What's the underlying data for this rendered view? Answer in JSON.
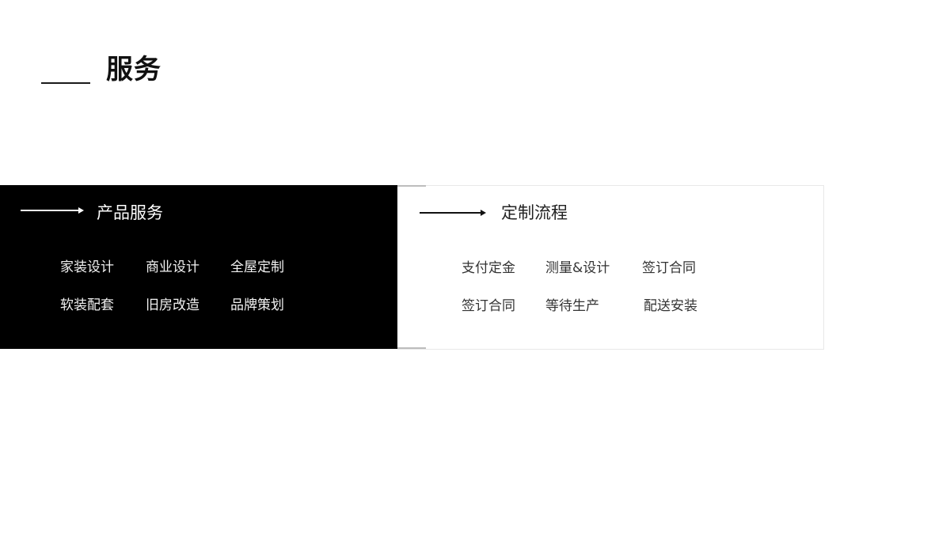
{
  "header": {
    "title": "服务"
  },
  "product_services": {
    "title": "产品服务",
    "items": [
      "家装设计",
      "商业设计",
      "全屋定制",
      "软装配套",
      "旧房改造",
      "品牌策划"
    ]
  },
  "custom_process": {
    "title": "定制流程",
    "items": [
      "支付定金",
      "测量&设计",
      "签订合同",
      "签订合同",
      "等待生产",
      "配送安装"
    ]
  },
  "colors": {
    "left_panel_bg": "#000000",
    "right_panel_bg": "#ffffff",
    "border": "#e8e8e8"
  }
}
